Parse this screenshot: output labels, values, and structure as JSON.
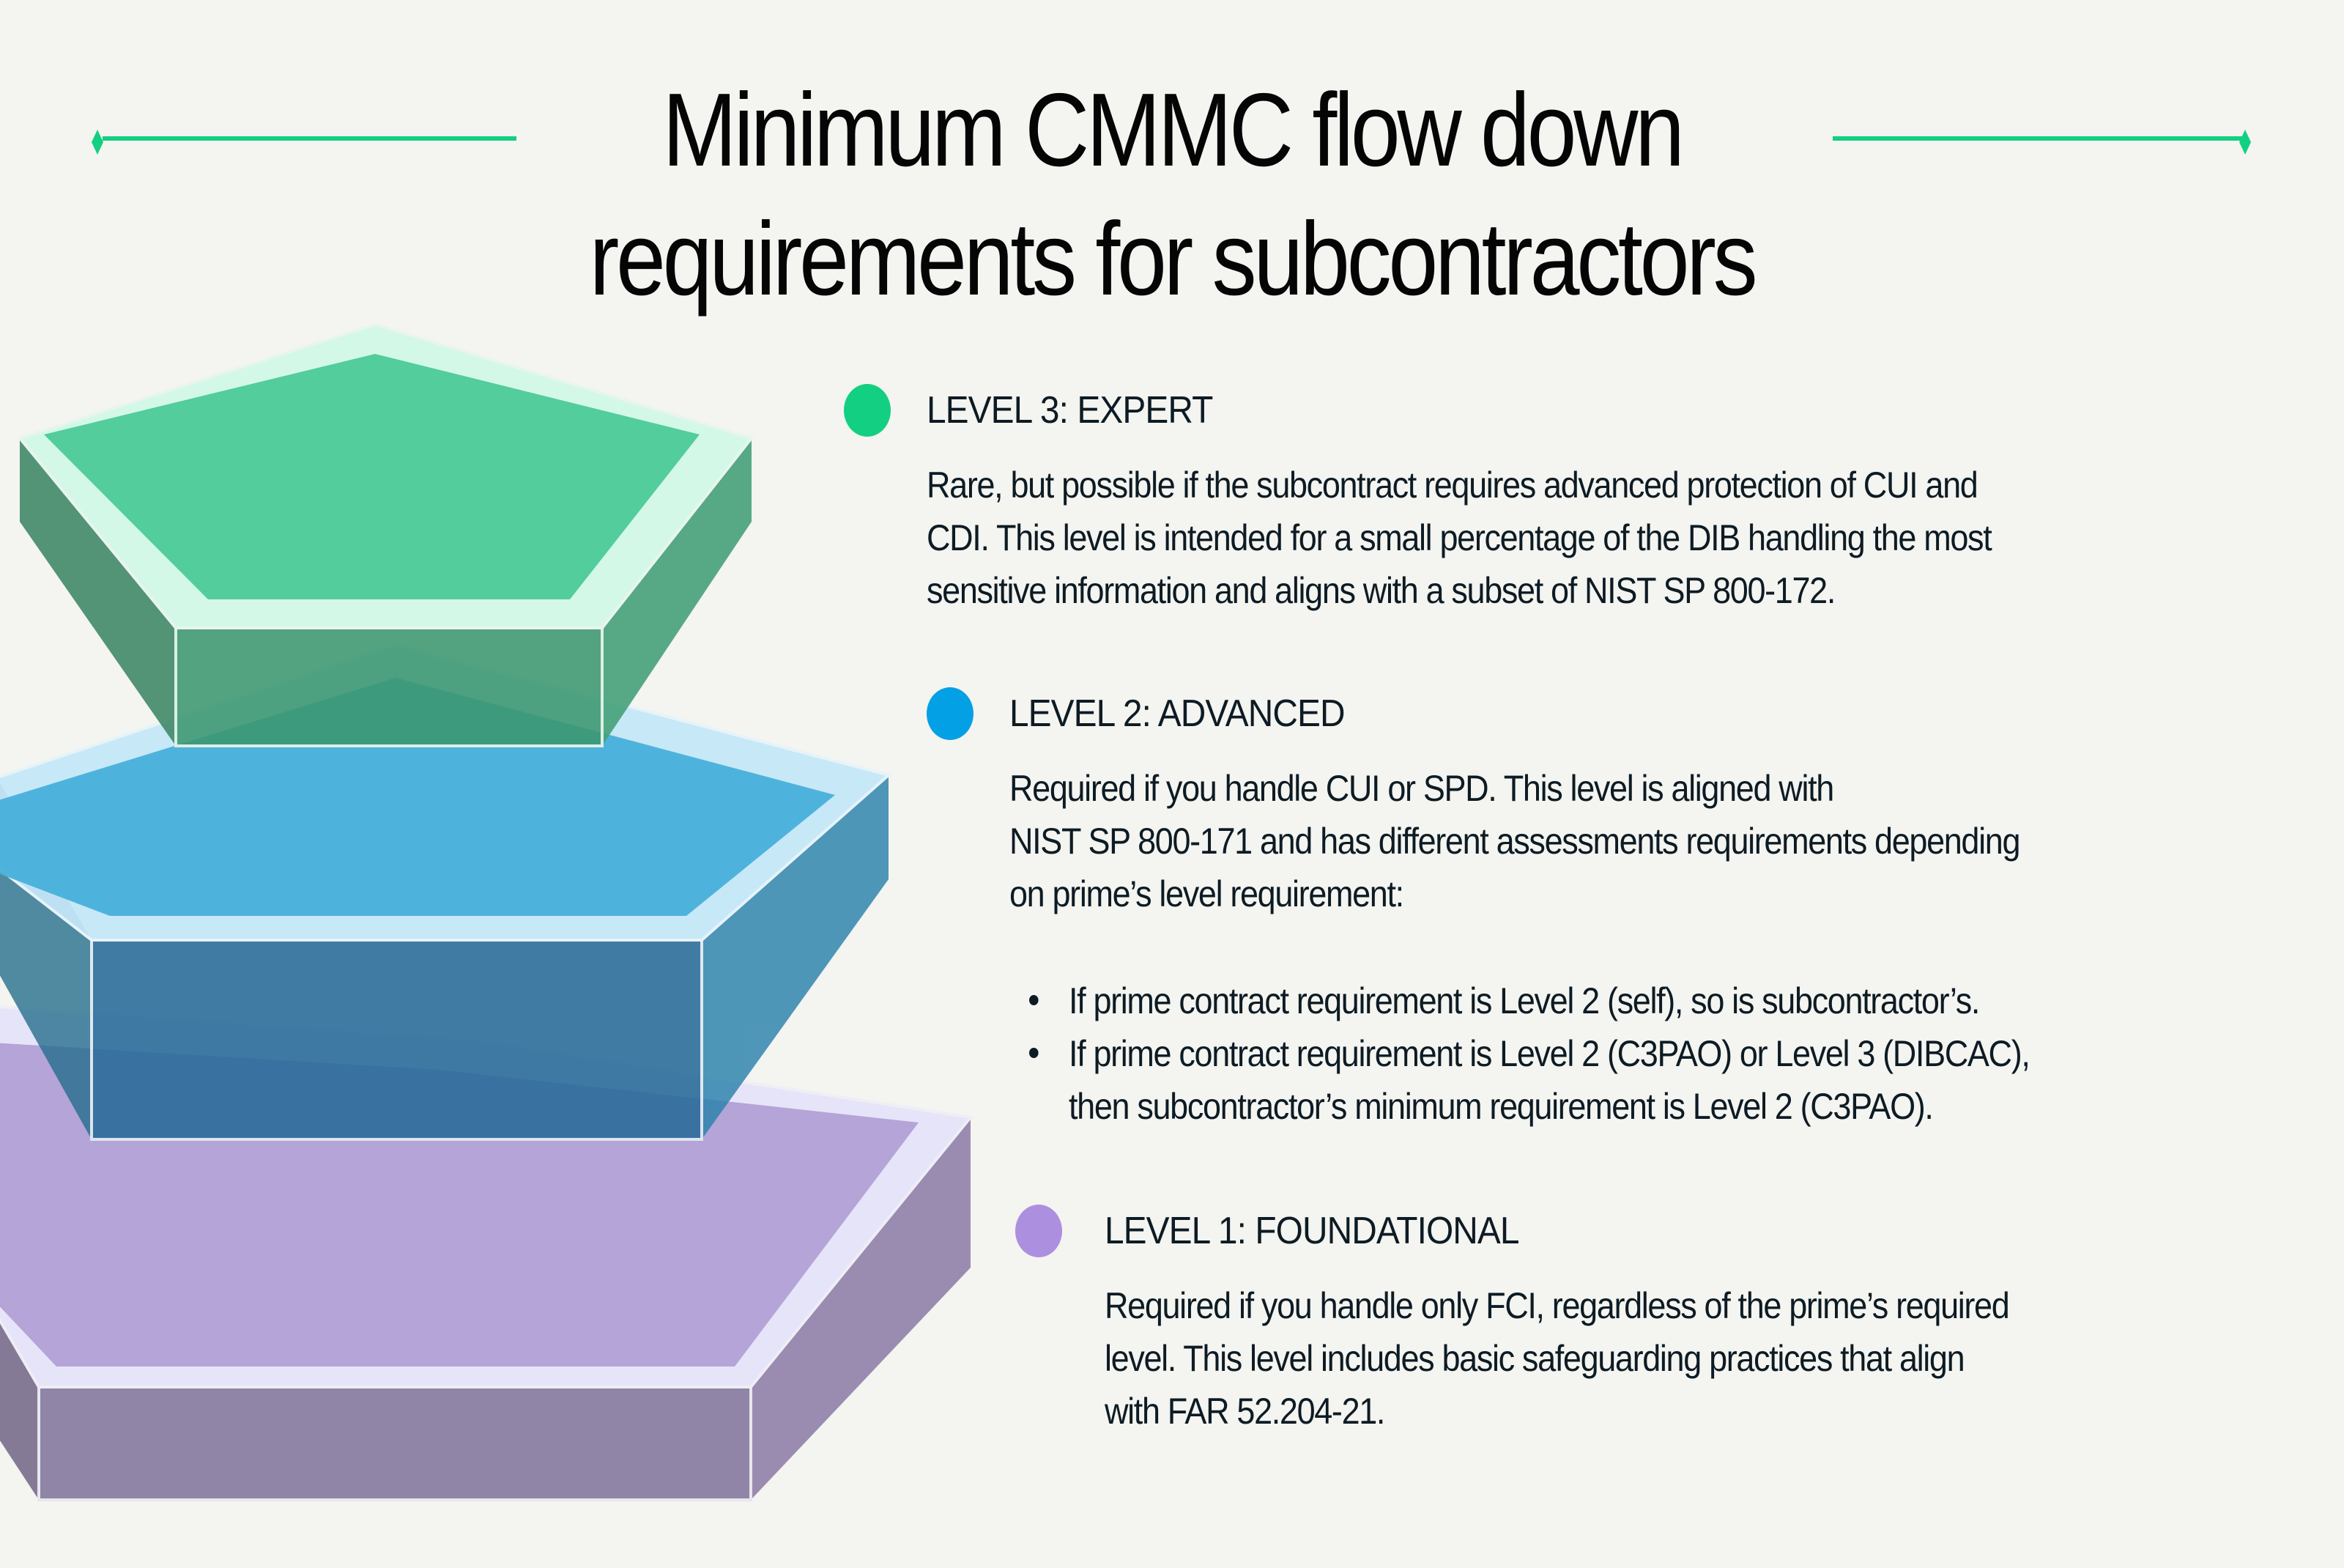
{
  "title": {
    "line1": "Minimum CMMC flow down",
    "line2": "requirements for subcontractors"
  },
  "colors": {
    "accent": "#13cf82",
    "level3": "#13cf82",
    "level2": "#04a0e6",
    "level1": "#ad8fe0",
    "background": "#f4f4f0",
    "text": "#0d1b24"
  },
  "levels": [
    {
      "id": "level-3",
      "heading": "LEVEL 3: EXPERT",
      "lines": [
        "Rare, but possible if the subcontract requires advanced protection of CUI and",
        "CDI. This level is intended for a small percentage of the DIB handling the most",
        "sensitive information and aligns with a subset of NIST SP 800-172."
      ]
    },
    {
      "id": "level-2",
      "heading": "LEVEL 2: ADVANCED",
      "lines": [
        "Required if you handle CUI or SPD. This level is aligned with",
        "NIST SP 800-171 and has different assessments requirements depending",
        "on prime’s level requirement:"
      ],
      "bullets": [
        {
          "lines": [
            "If prime contract requirement is Level 2 (self), so is subcontractor’s."
          ]
        },
        {
          "lines": [
            "If prime contract requirement is Level 2 (C3PAO) or Level 3 (DIBCAC),",
            "then subcontractor’s minimum requirement is Level 2 (C3PAO)."
          ]
        }
      ]
    },
    {
      "id": "level-1",
      "heading": "LEVEL 1: FOUNDATIONAL",
      "lines": [
        "Required if you handle only FCI, regardless of the prime’s required",
        "level. This level includes basic safeguarding practices that align",
        "with FAR 52.204-21."
      ]
    }
  ]
}
